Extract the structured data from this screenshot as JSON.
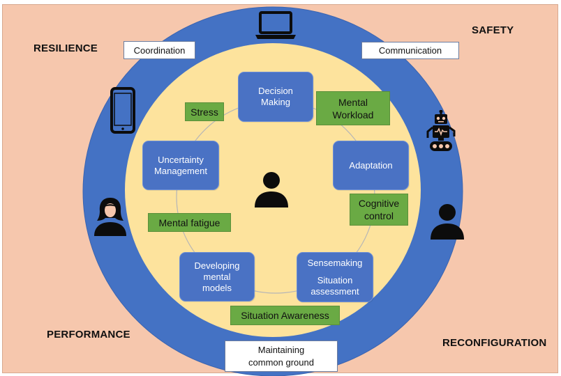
{
  "corners": {
    "resilience": "RESILIENCE",
    "safety": "SAFETY",
    "performance": "PERFORMANCE",
    "reconfiguration": "RECONFIGURATION"
  },
  "ring_labels": {
    "coordination": "Coordination",
    "communication": "Communication",
    "common_ground": [
      "Maintaining",
      "common ground"
    ]
  },
  "processes": {
    "decision_making": [
      "Decision",
      "Making"
    ],
    "adaptation": [
      "Adaptation"
    ],
    "uncertainty_management": [
      "Uncertainty",
      "Management"
    ],
    "developing_mental_models": [
      "Developing",
      "mental",
      "models"
    ],
    "sensemaking": "Sensemaking",
    "situation_assessment": [
      "Situation",
      "assessment"
    ]
  },
  "factors": {
    "stress": [
      "Stress"
    ],
    "mental_workload": [
      "Mental",
      "Workload"
    ],
    "cognitive_control": [
      "Cognitive",
      "control"
    ],
    "mental_fatigue": [
      "Mental fatigue"
    ],
    "situation_awareness": [
      "Situation Awareness"
    ]
  },
  "icons": {
    "center": "person-icon",
    "top": "laptop-icon",
    "left": "smartphone-icon",
    "right_upper": "robot-icon",
    "right_lower": "person-icon",
    "left_lower": "woman-icon"
  },
  "colors": {
    "background": "#f6c7ad",
    "outer_ring": "#4472c4",
    "inner_disc": "#fde39d",
    "process_box": "#4a72c4",
    "factor_box": "#6aaa44",
    "icon": "#0c0c0c"
  }
}
